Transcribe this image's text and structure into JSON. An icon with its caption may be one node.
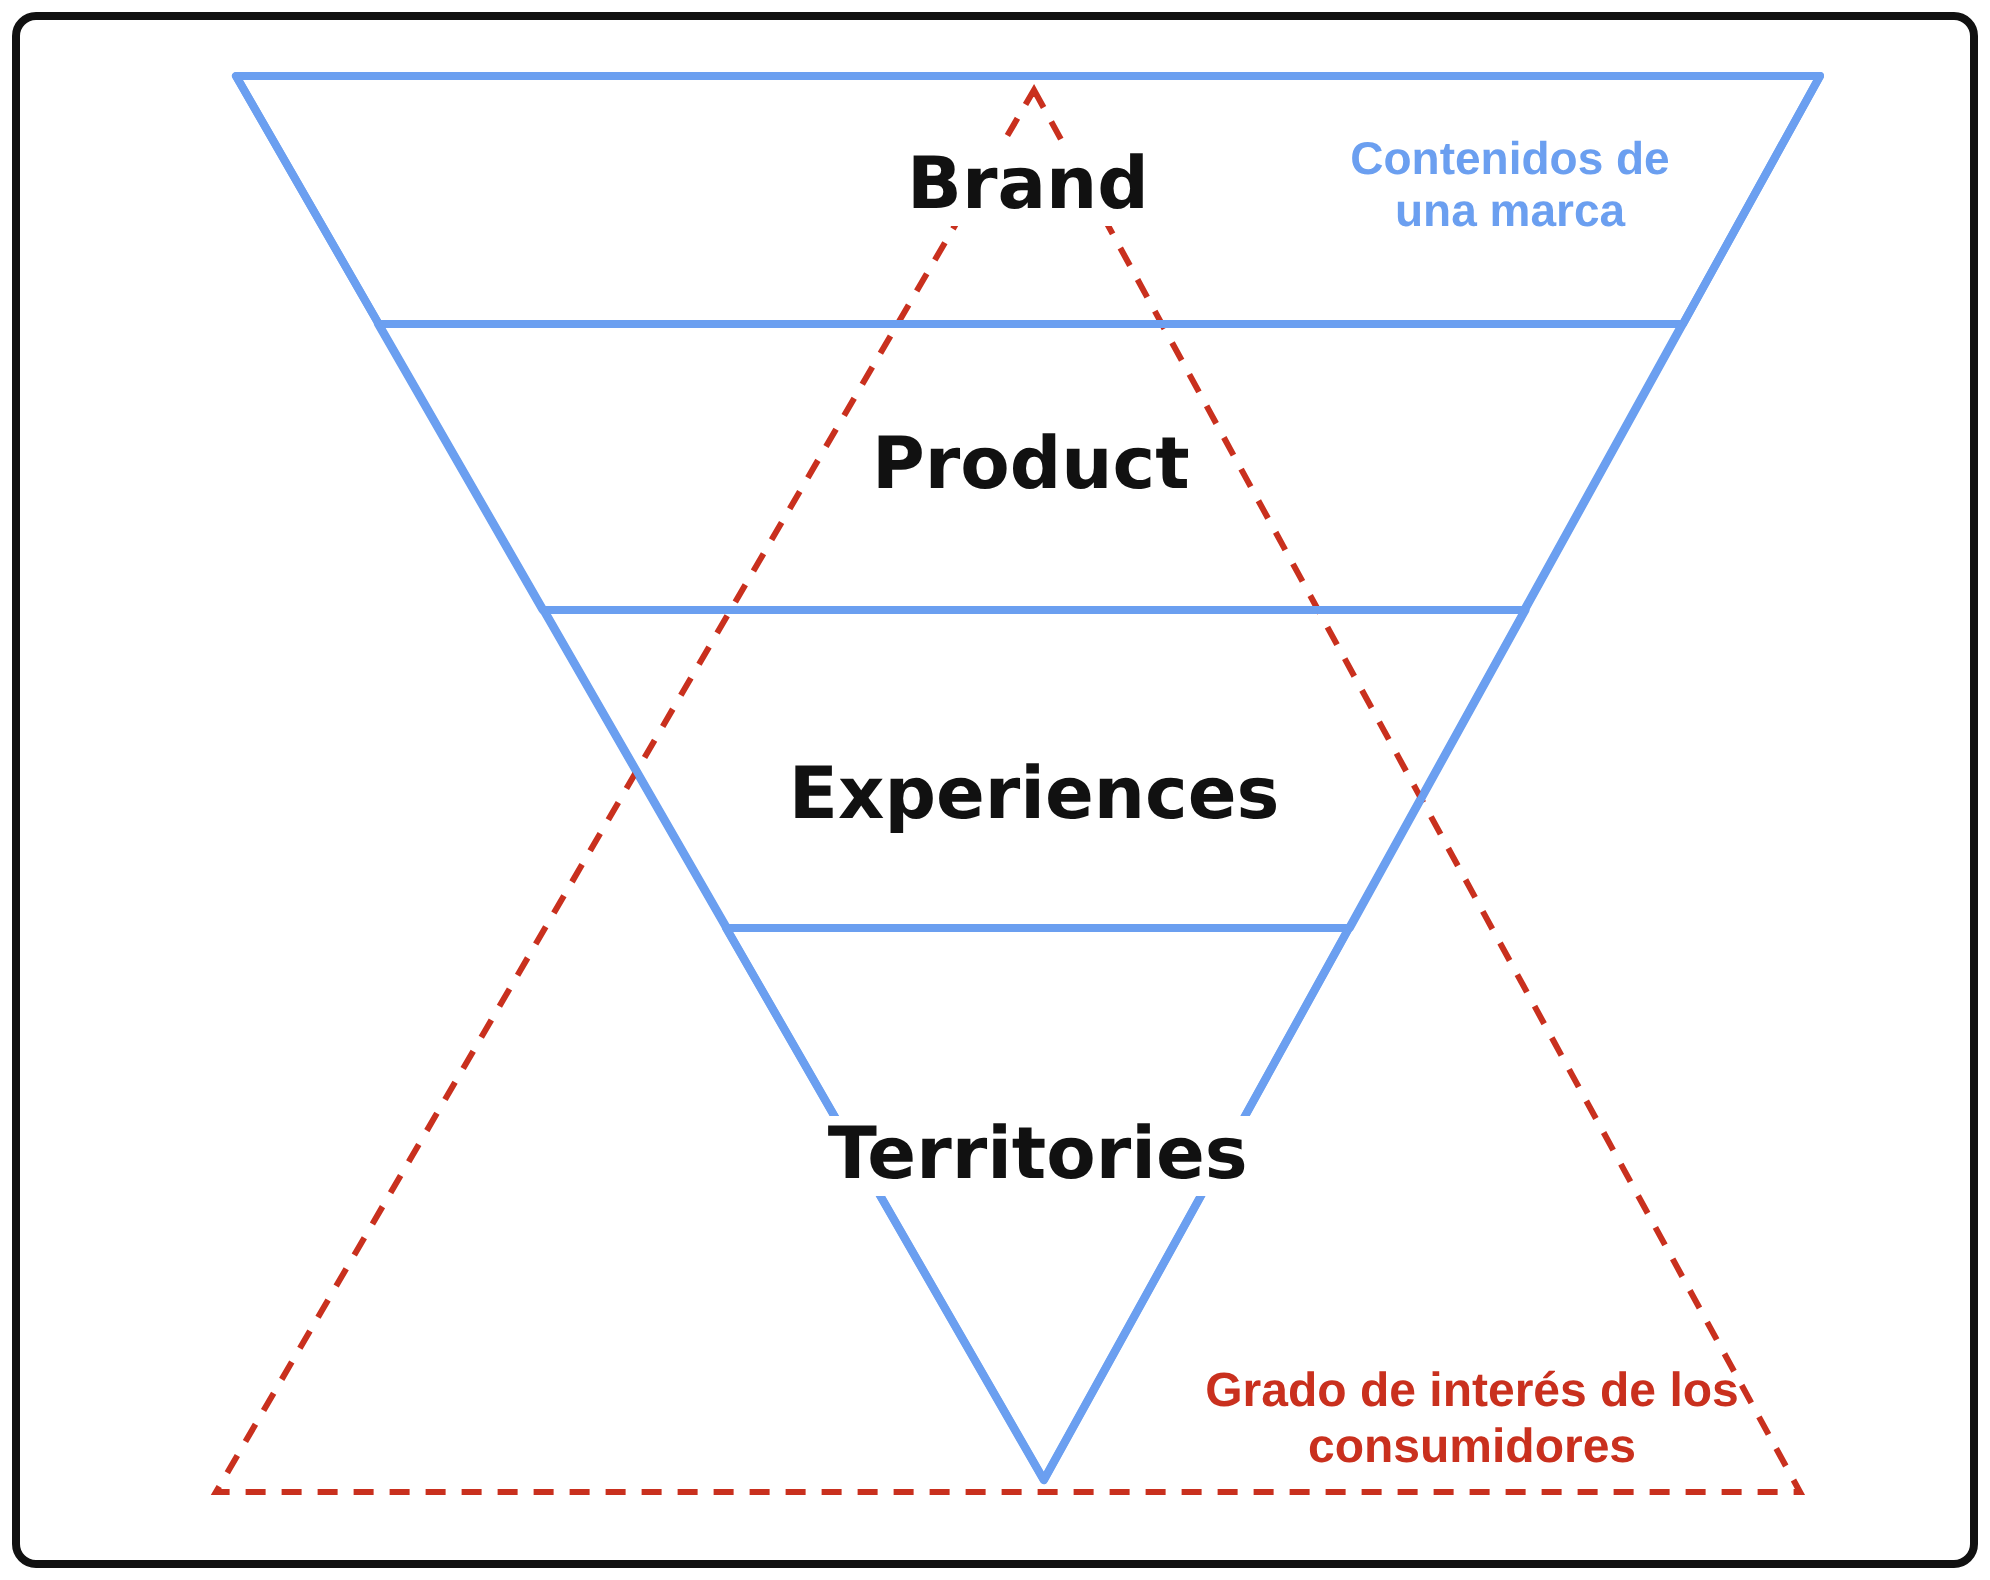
{
  "diagram": {
    "nodes": [
      {
        "text": [
          "Brand"
        ]
      },
      {
        "text": [
          "Product"
        ]
      },
      {
        "text": [
          "Experiences"
        ]
      },
      {
        "text": [
          "Territories"
        ]
      }
    ],
    "labels": [
      "Contenidos de una marca",
      "Grado de interés de los consumidores"
    ]
  }
}
